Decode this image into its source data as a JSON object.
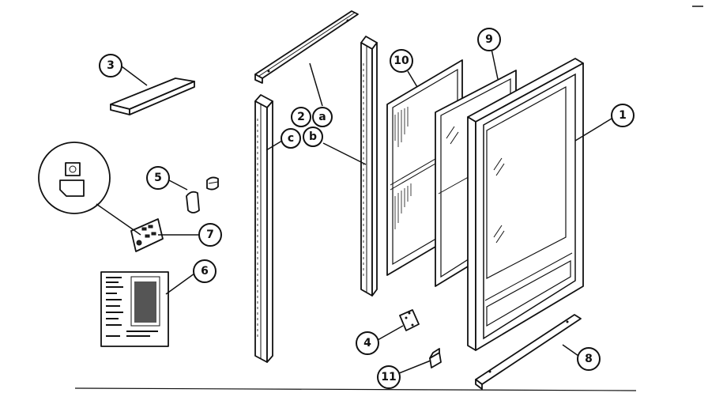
{
  "callouts": [
    {
      "id": "1",
      "label": "1"
    },
    {
      "id": "2",
      "label": "2"
    },
    {
      "id": "a",
      "label": "a"
    },
    {
      "id": "b",
      "label": "b"
    },
    {
      "id": "c",
      "label": "c"
    },
    {
      "id": "3",
      "label": "3"
    },
    {
      "id": "4",
      "label": "4"
    },
    {
      "id": "5",
      "label": "5"
    },
    {
      "id": "6",
      "label": "6"
    },
    {
      "id": "7",
      "label": "7"
    },
    {
      "id": "8",
      "label": "8"
    },
    {
      "id": "9",
      "label": "9"
    },
    {
      "id": "10",
      "label": "10"
    },
    {
      "id": "11",
      "label": "11"
    }
  ],
  "colors": {
    "ink": "#111111",
    "paper": "#ffffff"
  }
}
